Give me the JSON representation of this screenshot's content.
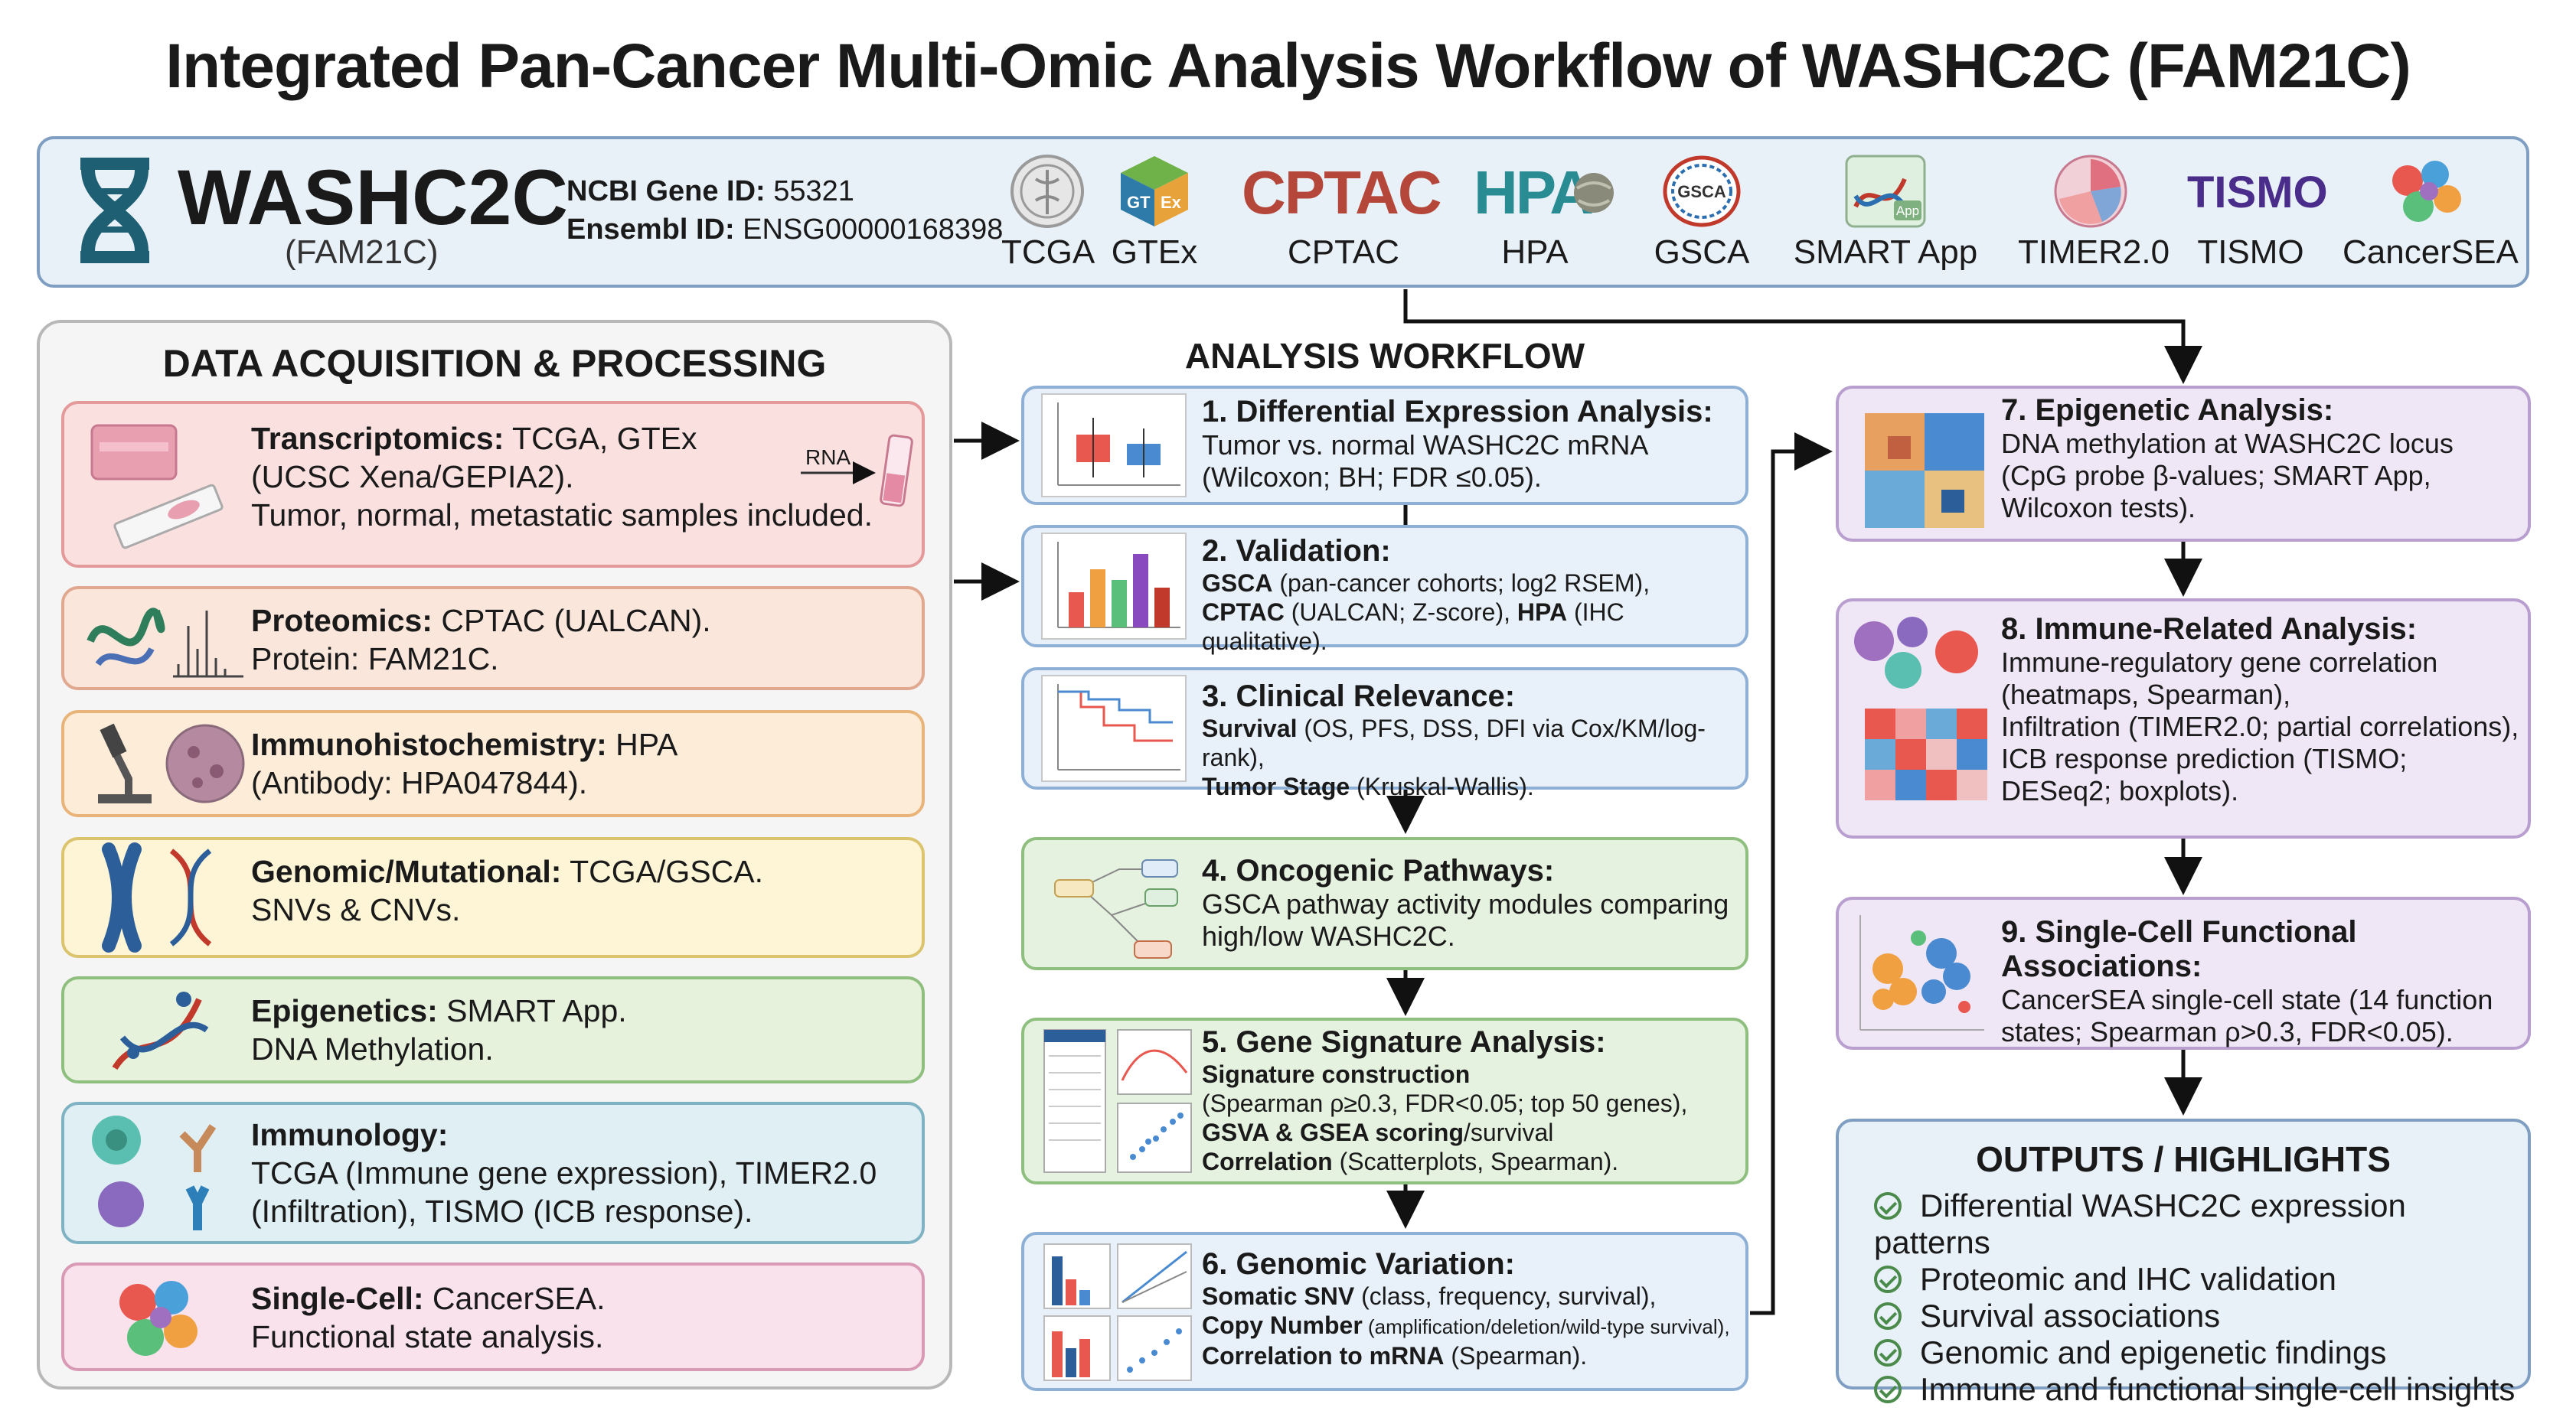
{
  "title": "Integrated Pan-Cancer Multi-Omic Analysis Workflow of WASHC2C (FAM21C)",
  "gene": {
    "name": "WASHC2C",
    "alias": "(FAM21C)",
    "ncbi_label": "NCBI Gene ID:",
    "ncbi_value": "55321",
    "ensembl_label": "Ensembl ID:",
    "ensembl_value": "ENSG00000168398"
  },
  "sources": [
    {
      "label": "TCGA",
      "icon": "tcga-seal-icon"
    },
    {
      "label": "GTEx",
      "icon": "gtex-cube-icon"
    },
    {
      "label": "CPTAC",
      "icon": "cptac-logo",
      "logo_text": "CPTAC"
    },
    {
      "label": "HPA",
      "icon": "hpa-logo",
      "logo_text": "HPA"
    },
    {
      "label": "GSCA",
      "icon": "gsca-logo",
      "logo_text": "GSCA"
    },
    {
      "label": "SMART App",
      "icon": "smart-app-icon",
      "logo_text": "App"
    },
    {
      "label": "TIMER2.0",
      "icon": "timer-logo"
    },
    {
      "label": "TISMO",
      "icon": "tismo-logo",
      "logo_text": "TISMO"
    },
    {
      "label": "CancerSEA",
      "icon": "cancersea-cells-icon"
    }
  ],
  "data_panel": {
    "title": "DATA ACQUISITION & PROCESSING",
    "cards": [
      {
        "bold": "Transcriptomics:",
        "lines": [
          " TCGA, GTEx",
          "(UCSC Xena/GEPIA2).",
          "Tumor, normal, metastatic samples included."
        ],
        "tag": "RNA",
        "color": "#fbe0e0",
        "border": "#e49a9a"
      },
      {
        "bold": "Proteomics:",
        "lines": [
          " CPTAC (UALCAN).",
          "Protein: FAM21C."
        ],
        "color": "#fbe6dc",
        "border": "#e0a98f"
      },
      {
        "bold": "Immunohistochemistry:",
        "lines": [
          " HPA",
          "(Antibody: HPA047844)."
        ],
        "color": "#fdecd8",
        "border": "#e8b47a"
      },
      {
        "bold": "Genomic/Mutational:",
        "lines": [
          " TCGA/GSCA.",
          "SNVs & CNVs."
        ],
        "color": "#fdf5d6",
        "border": "#dcc46e"
      },
      {
        "bold": "Epigenetics:",
        "lines": [
          " SMART App.",
          "DNA Methylation."
        ],
        "color": "#e6f2dc",
        "border": "#8fbf7f"
      },
      {
        "bold": "Immunology:",
        "lines": [
          "",
          "TCGA (Immune gene expression), TIMER2.0",
          "(Infiltration), TISMO (ICB response)."
        ],
        "color": "#e0eff4",
        "border": "#7fb3c4"
      },
      {
        "bold": "Single-Cell:",
        "lines": [
          " CancerSEA.",
          "Functional state analysis."
        ],
        "color": "#f9e2ec",
        "border": "#d99ab6"
      }
    ]
  },
  "workflow": {
    "title": "ANALYSIS WORKFLOW",
    "steps": [
      {
        "title": "1. Differential Expression Analysis:",
        "lines": [
          "Tumor vs. normal WASHC2C mRNA",
          "(Wilcoxon; BH; FDR ≤0.05)."
        ]
      },
      {
        "title": "2. Validation:",
        "rich": [
          [
            "GSCA",
            " (pan-cancer cohorts; log2 RSEM),"
          ],
          [
            "CPTAC",
            " (UALCAN; Z-score), ",
            "HPA",
            " (IHC qualitative)."
          ]
        ]
      },
      {
        "title": "3. Clinical Relevance:",
        "rich": [
          [
            "Survival",
            " (OS, PFS, DSS, DFI via Cox/KM/log-rank),"
          ],
          [
            "Tumor Stage",
            " (Kruskal-Wallis)."
          ]
        ]
      },
      {
        "title": "4. Oncogenic Pathways:",
        "lines": [
          "GSCA pathway activity modules comparing",
          "high/low WASHC2C."
        ]
      },
      {
        "title": "5. Gene Signature Analysis:",
        "rich": [
          [
            "Signature construction",
            ""
          ],
          [
            "",
            "(Spearman ρ≥0.3, FDR<0.05; top 50 genes),"
          ],
          [
            "GSVA & GSEA scoring",
            "/survival"
          ],
          [
            "Correlation",
            " (Scatterplots, Spearman)."
          ]
        ]
      },
      {
        "title": "6. Genomic Variation:",
        "rich": [
          [
            "Somatic SNV",
            " (class, frequency, survival),"
          ],
          [
            "Copy Number",
            " (amplification/deletion/wild-type survival),"
          ],
          [
            "Correlation to mRNA",
            " (Spearman)."
          ]
        ]
      }
    ]
  },
  "right_steps": [
    {
      "title": "7. Epigenetic Analysis:",
      "lines": [
        "DNA methylation at WASHC2C locus",
        "(CpG probe β-values; SMART App,",
        "Wilcoxon tests)."
      ]
    },
    {
      "title": "8. Immune-Related Analysis:",
      "lines": [
        "Immune-regulatory gene correlation",
        "(heatmaps, Spearman),",
        "Infiltration (TIMER2.0; partial correlations),",
        "ICB response prediction (TISMO;",
        "DESeq2; boxplots)."
      ]
    },
    {
      "title": "9. Single-Cell Functional Associations:",
      "lines": [
        "CancerSEA single-cell state (14 function",
        "states; Spearman ρ>0.3, FDR<0.05)."
      ]
    }
  ],
  "outputs": {
    "title": "OUTPUTS / HIGHLIGHTS",
    "items": [
      "Differential WASHC2C expression patterns",
      "Proteomic and IHC validation",
      "Survival associations",
      "Genomic and epigenetic findings",
      "Immune and functional single-cell insights"
    ]
  },
  "colors": {
    "accent_blue": "#1f4e79",
    "dna_teal": "#1f5f73",
    "cptac_red": "#b5473a",
    "hpa_teal": "#2a8c93",
    "tismo_purple": "#4a2d8a"
  }
}
